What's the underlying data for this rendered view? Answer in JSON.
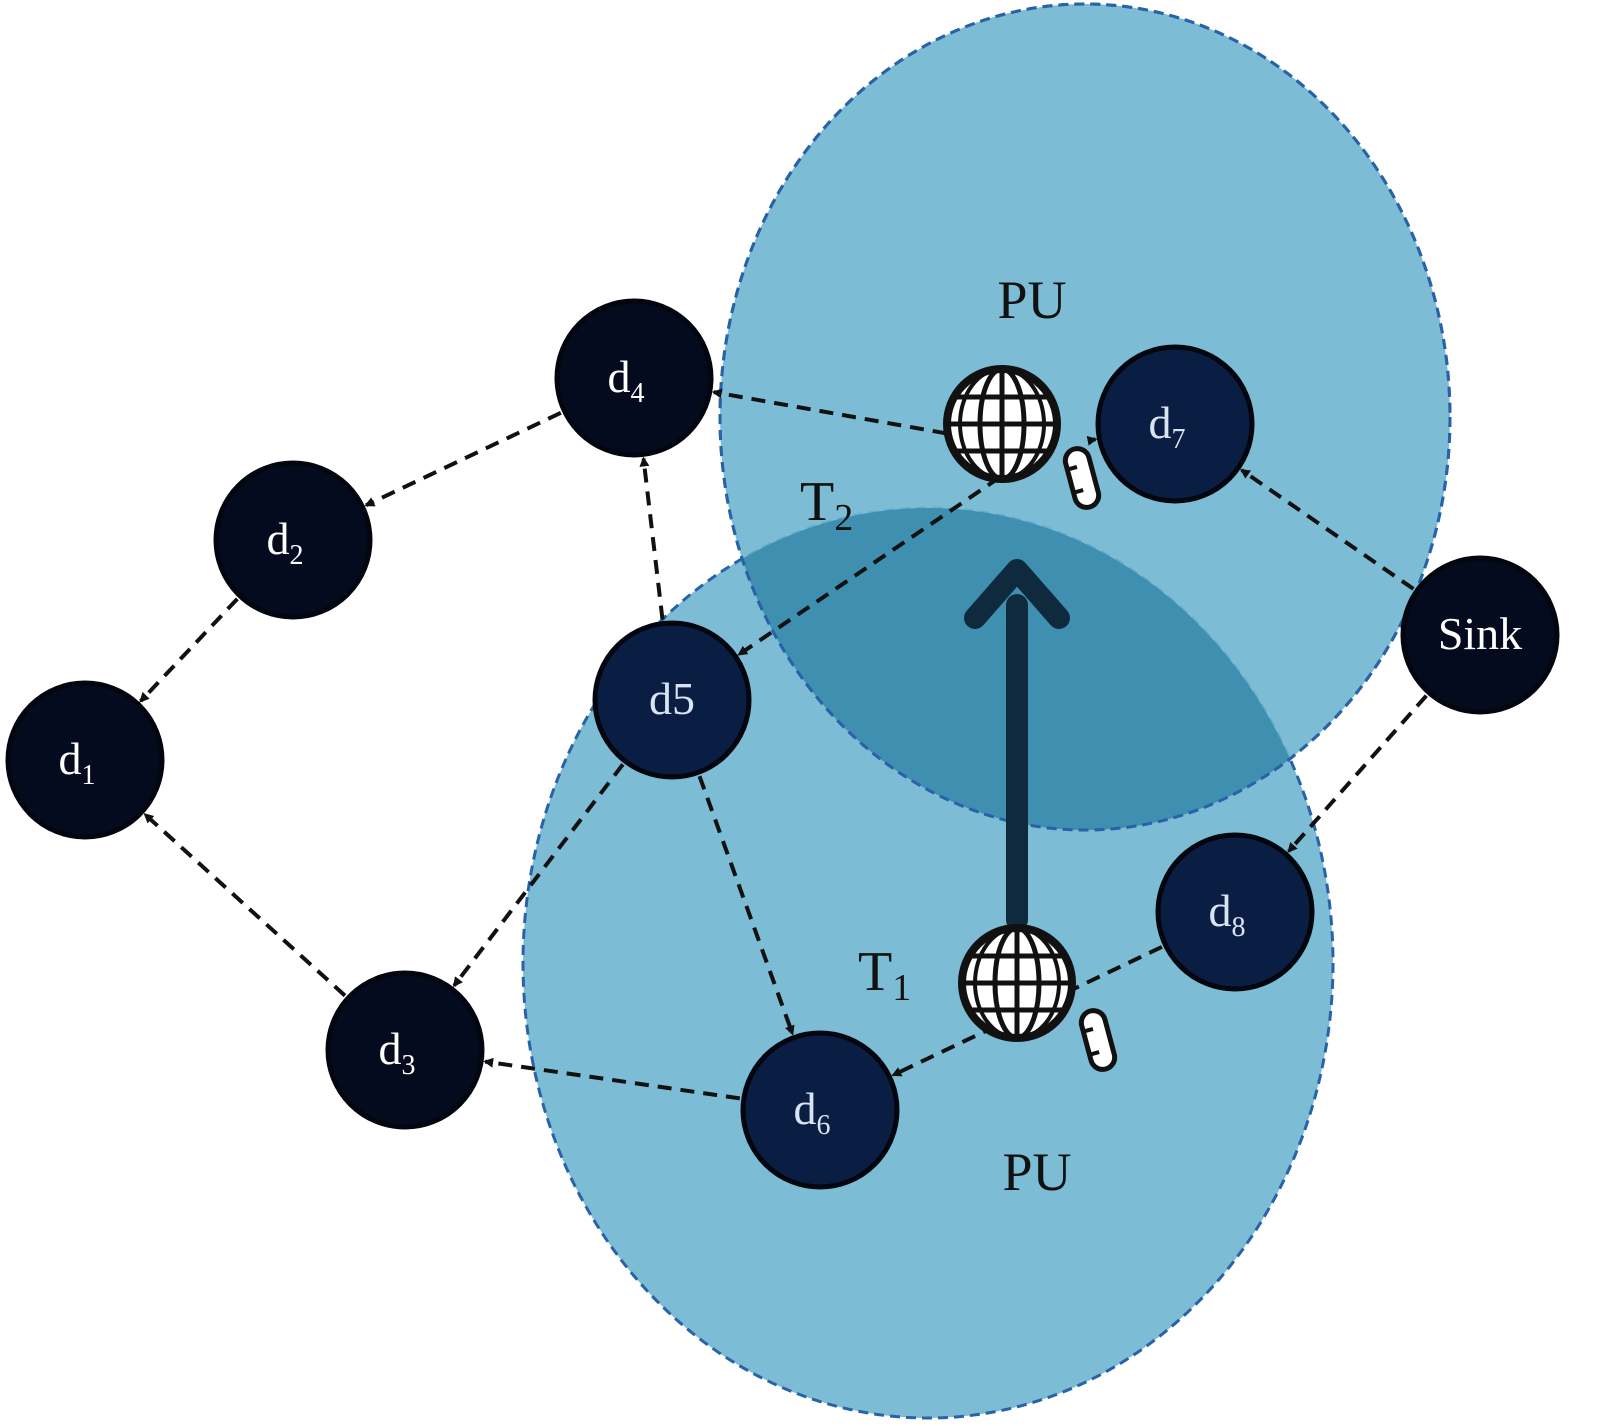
{
  "nodes": [
    {
      "id": "d1",
      "base": "d",
      "sub": "1",
      "tone": "dark"
    },
    {
      "id": "d2",
      "base": "d",
      "sub": "2",
      "tone": "dark"
    },
    {
      "id": "d3",
      "base": "d",
      "sub": "3",
      "tone": "dark"
    },
    {
      "id": "d4",
      "base": "d",
      "sub": "4",
      "tone": "dark"
    },
    {
      "id": "d5",
      "base": "d5",
      "sub": "",
      "tone": "navy"
    },
    {
      "id": "d6",
      "base": "d",
      "sub": "6",
      "tone": "navy"
    },
    {
      "id": "d7",
      "base": "d",
      "sub": "7",
      "tone": "navy"
    },
    {
      "id": "d8",
      "base": "d",
      "sub": "8",
      "tone": "navy"
    },
    {
      "id": "sink",
      "base": "Sink",
      "sub": "",
      "tone": "dark"
    }
  ],
  "edges": [
    {
      "from": "d4",
      "to": "d2"
    },
    {
      "from": "d2",
      "to": "d1"
    },
    {
      "from": "d3",
      "to": "d1"
    },
    {
      "from": "d5",
      "to": "d3"
    },
    {
      "from": "d5",
      "to": "d4"
    },
    {
      "from": "d5",
      "to": "d6"
    },
    {
      "from": "d6",
      "to": "d3"
    },
    {
      "from": "pu_top",
      "to": "d4"
    },
    {
      "from": "pu_top",
      "to": "d7"
    },
    {
      "from": "pu_top",
      "to": "d5"
    },
    {
      "from": "sink",
      "to": "d7"
    },
    {
      "from": "sink",
      "to": "d8"
    },
    {
      "from": "d8",
      "to": "d6"
    }
  ],
  "primary_users": [
    {
      "id": "pu_top",
      "label": "PU"
    },
    {
      "id": "pu_bottom",
      "label": "PU"
    }
  ],
  "time_labels": [
    {
      "id": "t2",
      "base": "T",
      "sub": "2"
    },
    {
      "id": "t1",
      "base": "T",
      "sub": "1"
    }
  ],
  "colors": {
    "coverage_fill": "#6eb6d0",
    "coverage_overlap": "#3f8fb0",
    "coverage_border": "#2a62a8",
    "node_dark": "#050b1f",
    "node_navy": "#0a1d42",
    "movement_arrow": "#0f2a3d"
  },
  "icons": [
    "globe-icon",
    "phone-icon",
    "movement-arrow"
  ]
}
